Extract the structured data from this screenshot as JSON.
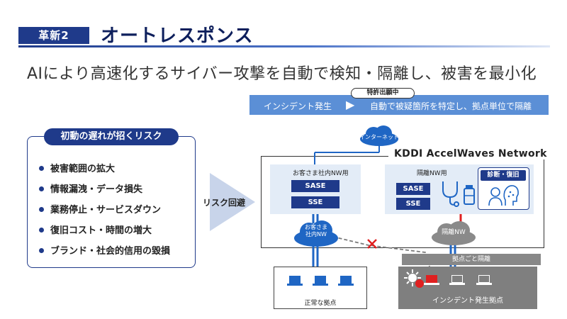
{
  "header": {
    "badge": "革新2",
    "title": "オートレスポンス",
    "headline": "AIにより高速化するサイバー攻撃を自動で検知・隔離し、被害を最小化"
  },
  "flow": {
    "patent_tag": "特許出願中",
    "left": "インシデント発生",
    "arrow": "▶",
    "right": "自動で被疑箇所を特定し、拠点単位で隔離"
  },
  "risk": {
    "title": "初動の遅れが招くリスク",
    "items": [
      "被害範囲の拡大",
      "情報漏洩・データ損失",
      "業務停止・サービスダウン",
      "復旧コスト・時間の増大",
      "ブランド・社会的信用の毀損"
    ]
  },
  "chevron_label": "リスク回避",
  "network": {
    "internet": "インターネット",
    "title": "KDDI AccelWaves Network",
    "customer_panel": {
      "title": "お客さま社内NW用",
      "boxes": [
        "SASE",
        "SSE"
      ]
    },
    "isolation_panel": {
      "title": "隔離NW用",
      "boxes": [
        "SASE",
        "SSE"
      ],
      "diagnosis_label": "診断・復旧"
    },
    "customer_cloud": [
      "お客さま",
      "社内NW"
    ],
    "isolation_cloud": "隔離NW",
    "isolation_region": "拠点ごと隔離",
    "normal_site": "正常な拠点",
    "incident_site": "インシデント発生拠点"
  },
  "colors": {
    "navy": "#1f3a8a",
    "blue": "#5b8fd6",
    "light_panel": "#e3ecf7",
    "alert_red": "#e02020",
    "gray": "#7f7f7f"
  }
}
